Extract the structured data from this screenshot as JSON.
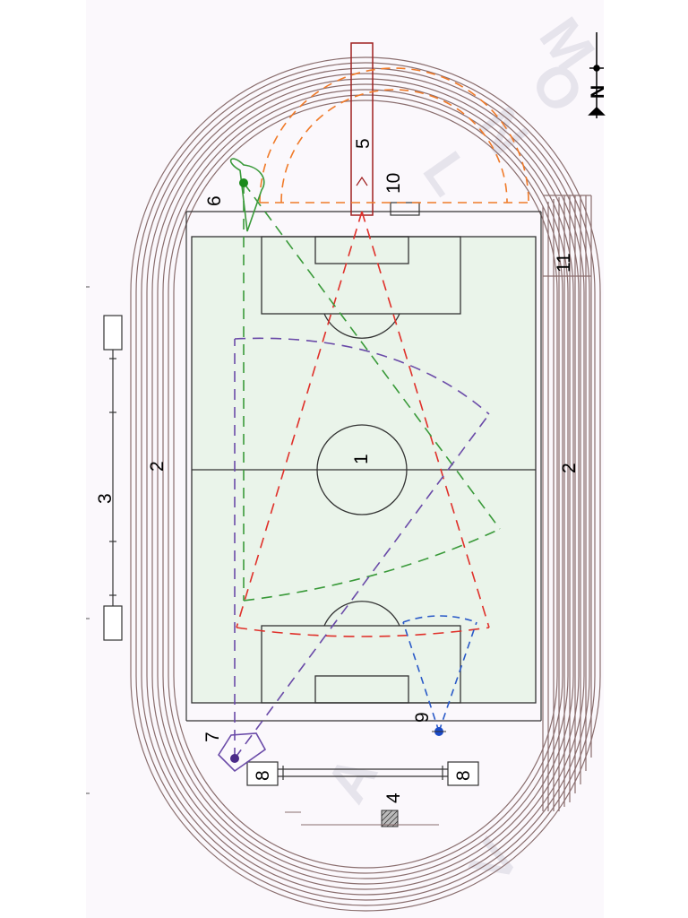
{
  "labels": {
    "field": "1",
    "track_west": "2",
    "track_east": "2",
    "plan_west": "3",
    "item_4": "4",
    "item_5": "5",
    "item_6": "6",
    "item_7": "7",
    "item_8_left": "8",
    "item_8_right": "8",
    "item_9": "9",
    "item_10": "10",
    "item_11": "11",
    "north": "N"
  },
  "watermark": [
    "O",
    "N",
    "L",
    "M",
    "V",
    "A"
  ],
  "colors": {
    "background": "#fbf8fc",
    "track_line": "#8a6e6e",
    "field_fill": "#eaf4ea",
    "camera_red": "#e0302a",
    "camera_green": "#3a9a3a",
    "camera_purple": "#6a4aa8",
    "camera_blue": "#2a5ac8",
    "camera_orange": "#f07a28",
    "runway_border": "#a02020"
  }
}
